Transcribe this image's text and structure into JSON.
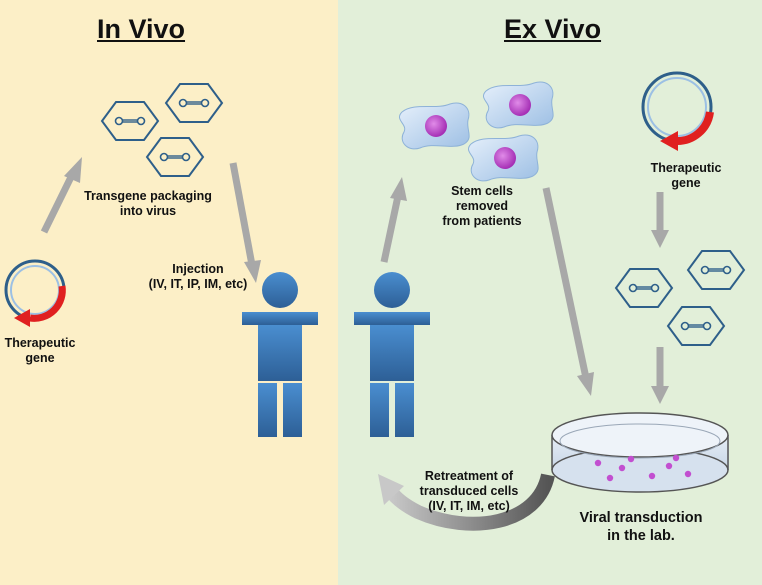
{
  "sections": {
    "in_vivo": {
      "title": "In Vivo"
    },
    "ex_vivo": {
      "title": "Ex Vivo"
    }
  },
  "labels": {
    "therapeutic_gene_left": "Therapeutic\ngene",
    "transgene_packaging": "Transgene packaging\ninto virus",
    "injection": "Injection\n(IV, IT, IP, IM, etc)",
    "stem_cells": "Stem cells\nremoved\nfrom patients",
    "therapeutic_gene_right": "Therapeutic\ngene",
    "retreatment": "Retreatment of\ntransduced cells\n(IV, IT, IM, etc)",
    "viral_transduction": "Viral transduction\nin the lab."
  },
  "colors": {
    "in_vivo_bg": "#fcefc7",
    "ex_vivo_bg": "#e2efd9",
    "virus_outline": "#2e5f8a",
    "plasmid_red": "#e02020",
    "person_blue": "#3f7fbf",
    "cell_body": "#b9d3ef",
    "nucleus": "#c24fd0",
    "arrow_gray": "#a8a8a8"
  },
  "icons": [
    "plasmid-icon",
    "virus-icon",
    "person-icon",
    "stem-cell-icon",
    "petri-dish-icon",
    "arrow-icon"
  ]
}
